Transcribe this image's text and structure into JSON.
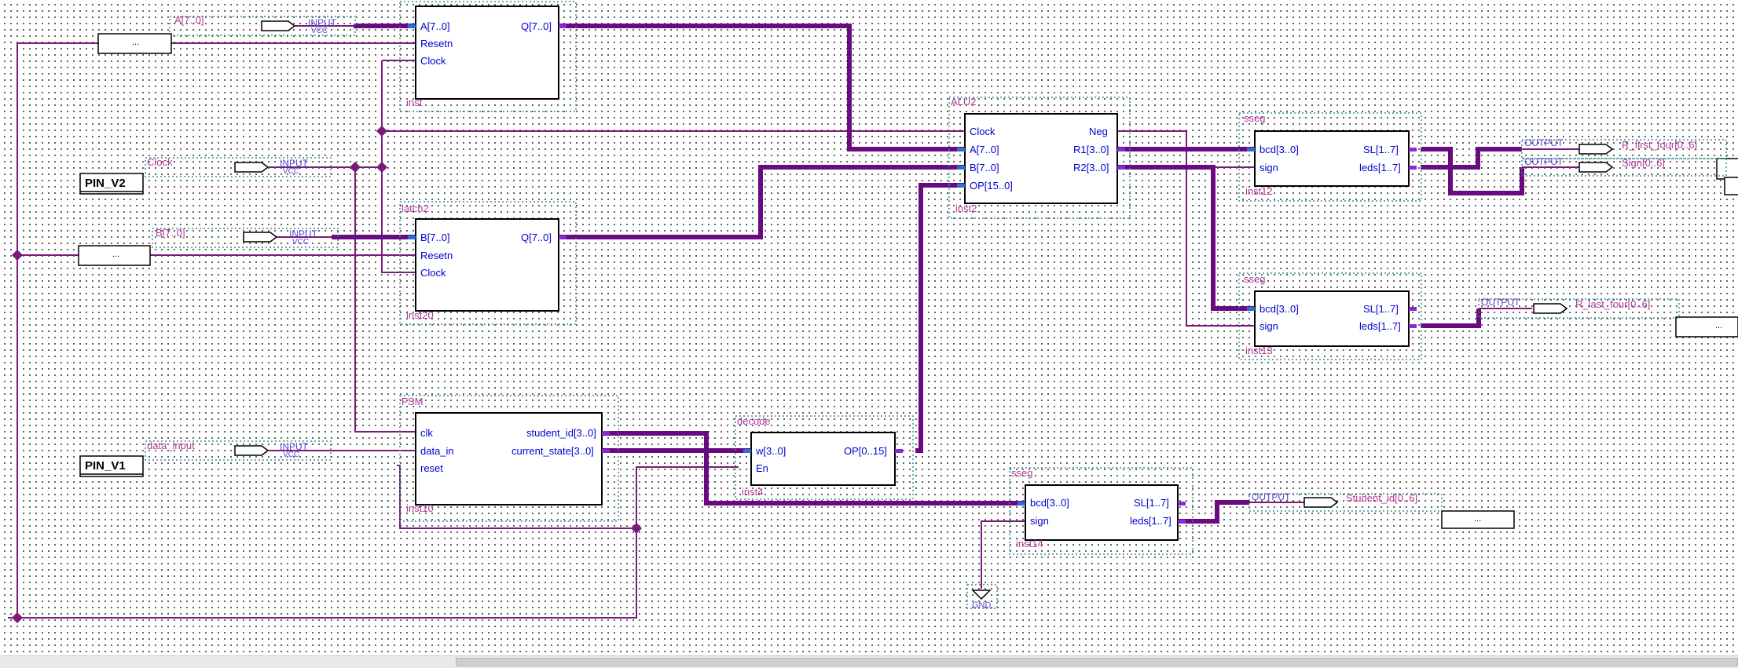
{
  "blocks": {
    "reg_a": {
      "title": "",
      "inst": "inst",
      "ports_in": [
        "A[7..0]",
        "Resetn",
        "Clock"
      ],
      "ports_out": [
        "Q[7..0]"
      ]
    },
    "reg_b": {
      "title": "latch2",
      "inst": "inst20",
      "ports_in": [
        "B[7..0]",
        "Resetn",
        "Clock"
      ],
      "ports_out": [
        "Q[7..0]"
      ]
    },
    "alu": {
      "title": "ALU2",
      "inst": "inst2",
      "ports_in": [
        "Clock",
        "A[7..0]",
        "B[7..0]",
        "OP[15..0]"
      ],
      "ports_out": [
        "Neg",
        "R1[3..0]",
        "R2[3..0]"
      ]
    },
    "fsm": {
      "title": "FSM",
      "inst": "inst10",
      "ports_in": [
        "clk",
        "data_in",
        "reset"
      ],
      "ports_out": [
        "student_id[3..0]",
        "current_state[3..0]"
      ]
    },
    "decode": {
      "title": "decode",
      "inst": "inst4",
      "ports_in": [
        "w[3..0]",
        "En"
      ],
      "ports_out": [
        "OP[0..15]"
      ]
    },
    "sseg1": {
      "title": "sseg",
      "inst": "inst12",
      "ports_in": [
        "bcd[3..0]",
        "sign"
      ],
      "ports_out": [
        "SL[1..7]",
        "leds[1..7]"
      ]
    },
    "sseg2": {
      "title": "sseg",
      "inst": "inst13",
      "ports_in": [
        "bcd[3..0]",
        "sign"
      ],
      "ports_out": [
        "SL[1..7]",
        "leds[1..7]"
      ]
    },
    "sseg3": {
      "title": "sseg",
      "inst": "inst14",
      "ports_in": [
        "bcd[3..0]",
        "sign"
      ],
      "ports_out": [
        "SL[1..7]",
        "leds[1..7]"
      ]
    }
  },
  "pins": {
    "in_a": {
      "name": "A[7..0]",
      "type": "INPUT",
      "supply": "VCC"
    },
    "in_clock": {
      "name": "Clock",
      "type": "INPUT",
      "supply": "VCC"
    },
    "in_b": {
      "name": "B[7..0]",
      "type": "INPUT",
      "supply": "VCC"
    },
    "in_data": {
      "name": "data_input",
      "type": "INPUT",
      "supply": "VCC"
    },
    "out_r_first": {
      "name": "R_first_four[0..6]",
      "type": "OUTPUT"
    },
    "out_sign": {
      "name": "Sign[0..6]",
      "type": "OUTPUT"
    },
    "out_r_last": {
      "name": "R_last_four[0..6]",
      "type": "OUTPUT"
    },
    "out_student": {
      "name": "Student_id[0..6]",
      "type": "OUTPUT"
    }
  },
  "assignments": {
    "pin_v2": "PIN_V2",
    "pin_v1": "PIN_V1",
    "more": "..."
  },
  "ground": "GND",
  "colors": {
    "wire": "#7a1a7a",
    "bus": "#6a0a80",
    "port_text": "#0000d0",
    "label_text": "#b03a9a",
    "frame": "#3a8f8f"
  }
}
